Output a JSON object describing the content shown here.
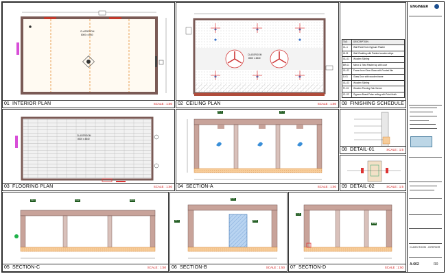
{
  "panels": {
    "p01": {
      "num": "01",
      "name": "INTERIOR PLAN",
      "scale": "SCALE : 1:50"
    },
    "p02": {
      "num": "02",
      "name": "CEILING PLAN",
      "scale": "SCALE : 1:50"
    },
    "p03": {
      "num": "03",
      "name": "FLOORING PLAN",
      "scale": "SCALE : 1:50"
    },
    "p04": {
      "num": "04",
      "name": "SECTION-A",
      "scale": "SCALE : 1:50"
    },
    "p05": {
      "num": "05",
      "name": "SECTION-C",
      "scale": "SCALE : 1:50"
    },
    "p06": {
      "num": "06",
      "name": "SECTION-B",
      "scale": "SCALE : 1:50"
    },
    "p07": {
      "num": "07",
      "name": "SECTION-D",
      "scale": "SCALE : 1:50"
    },
    "p08": {
      "num": "08",
      "name": "FINISHING SCHEDULE"
    },
    "p08b": {
      "num": "08",
      "name": "DETAIL-01",
      "scale": "SCALE : 1:5"
    },
    "p09": {
      "num": "09",
      "name": "DETAIL-02",
      "scale": "SCALE : 1:5"
    }
  },
  "room_labels": {
    "interior": "CLASSROOM",
    "interior_size": "8000 x 4840",
    "ceiling": "CLASSROOM",
    "ceiling_size": "8000 x 4840",
    "flooring": "CLASSROOM",
    "flooring_size": "8000 x 4840"
  },
  "schedule": {
    "header": [
      "TAG",
      "DESCRIPTION"
    ],
    "rows": [
      [
        "CL-1",
        "Wall Panel from Gypsum Plaster"
      ],
      [
        "W-01",
        "Wall Cladding with Painted wooden strips"
      ],
      [
        "GL-01",
        "Wooden Skirting"
      ],
      [
        "BR-01",
        "Mirror & Tiled Plaster top with cove"
      ],
      [
        "GL-02",
        "Frame from Clear Glass with Frosted film"
      ],
      [
        "D-01",
        "Glass Door with wooden frame"
      ],
      [
        "GL-03",
        "Wooden Skirting"
      ],
      [
        "FL-01",
        "Wooden Flooring Oak Veneer"
      ],
      [
        "CL-02",
        "Gypsum Board False ceiling with Paint finish"
      ]
    ]
  },
  "title_block": {
    "logo": "ENGINEER",
    "drawing_title": "CLASS ROOM - INTERIOR",
    "sheet_no": "A-602",
    "revision": "R0"
  },
  "colors": {
    "wall": "#c8a39a",
    "floor_hatch": "#e8a35a",
    "tag_green": "#1e5a1e",
    "scale_red": "#d01010",
    "dim_orange": "#d98b2b",
    "light_blue": "#3a8fd8"
  }
}
